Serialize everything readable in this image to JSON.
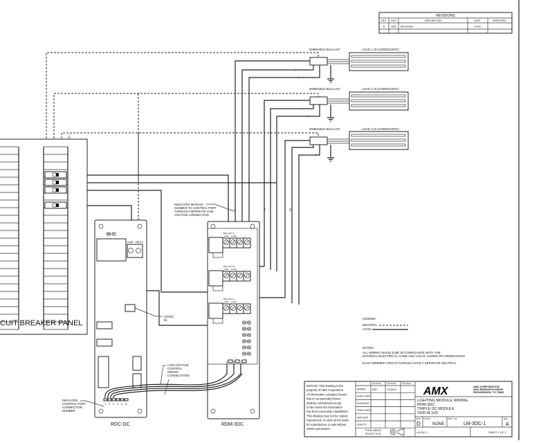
{
  "revisions": {
    "title": "REVISIONS",
    "headers": [
      "REV",
      "ECN",
      "DESCRIPTION",
      "DATE",
      "APPROVED"
    ],
    "rows": [
      [
        "A",
        "3253",
        "RELEASED",
        "1/7/02",
        ""
      ]
    ]
  },
  "ballasts": [
    {
      "label": "DIMMABLE BALLAST",
      "load": "LOAD 1 (FLUORESCENT)"
    },
    {
      "label": "DIMMABLE BALLAST",
      "load": "LOAD 2 (FLUORESCENT)"
    },
    {
      "label": "DIMMABLE BALLAST",
      "load": "LOAD 3 (FLUORESCENT)"
    }
  ],
  "polarity": {
    "minus": "-",
    "plus": "+"
  },
  "panel": {
    "label": "CUIT BREAKER PANEL"
  },
  "callouts": {
    "module_number": [
      "INDICATES MODULE",
      "NUMBER TO CONTROL PORT",
      "THROUGH SEPERATE LOW",
      "VOLTAGE CONNECTION"
    ],
    "control_port": [
      "INDICATES",
      "CONTROL PORT",
      "CONNECTION",
      "NUMBER"
    ],
    "low_voltage": [
      "LOW VOLTAGE",
      "CONTROL",
      "WIRING",
      "CONNECTIONS"
    ],
    "vdc": [
      "12VDC",
      "IN"
    ]
  },
  "wire_numbers": [
    "1",
    "2",
    "3"
  ],
  "rdc": {
    "label": "RDC-DC",
    "line": "LINE",
    "neut": "NEUT",
    "ports": [
      "1",
      "2",
      "3",
      "4",
      "5",
      "6"
    ]
  },
  "rdm": {
    "label": "RDM-3DC",
    "ballast_labels": [
      "BALLAST A",
      "BALLAST B",
      "BALLAST C"
    ],
    "terminal_labels": [
      "LINE",
      "LOAD",
      "-",
      "+"
    ],
    "ports": [
      "A",
      "B",
      "C"
    ]
  },
  "legend": {
    "title": "LEGEND:",
    "neutral": "NEUTRAL",
    "load": "LOAD"
  },
  "notes": {
    "title": "NOTES:",
    "lines": [
      "ALL WIRING SHOULD BE IN COMPLIANCE WITH THE",
      "NATIONAL ELECTRICAL CODE AND LOCAL CODES OR ORDINANCES.",
      "EACH DIMMED CIRCUIT SHOULD HAVE A SEPARATE NEUTRAL."
    ]
  },
  "title_block": {
    "notice": [
      "NOTICE:  This drawing is the",
      "property of AMX Corporation.",
      "All information contained herein",
      "that is not generally known",
      "shall be confidential except",
      "to the extent the information",
      "has been previously established.",
      "This drawing may not be copied,",
      "reproduced, or used as the basis",
      "for manufacture or sale without",
      "written permission."
    ],
    "sig_headers": [
      "SIG./DATE",
      "SIG./DATE",
      "SIG./DATE"
    ],
    "roles": [
      "DRAWN",
      "ENGR DERV",
      "ENGINEER",
      "PROD ENGR",
      "MATL/SUP",
      "QUALITY"
    ],
    "drawn_by": "RBT",
    "drawn_date": "11/26/01",
    "projection": [
      "THIRD ANGLE",
      "PROJECTION"
    ],
    "logo": "AMX",
    "company": [
      "AMX CORPORATION",
      "3000 RESEARCH DRIVE",
      "RICHARDSON, TX 75082"
    ],
    "title_lines": [
      "LIGHTING MODULE WIRING",
      "RDM-3DC",
      "TRIPLE DC MODULE",
      "1920 W (x3)"
    ],
    "size_label": "SIZE",
    "size": "D",
    "scale_label": "SCALE",
    "scale": "NONE",
    "dwg_label": "DWG. NO.",
    "dwg_no": "LM-3DC-1",
    "rev_label": "REV",
    "rev": "A",
    "file": "LM-3DC-1",
    "sheet": "SHEET  1 OF 1"
  }
}
